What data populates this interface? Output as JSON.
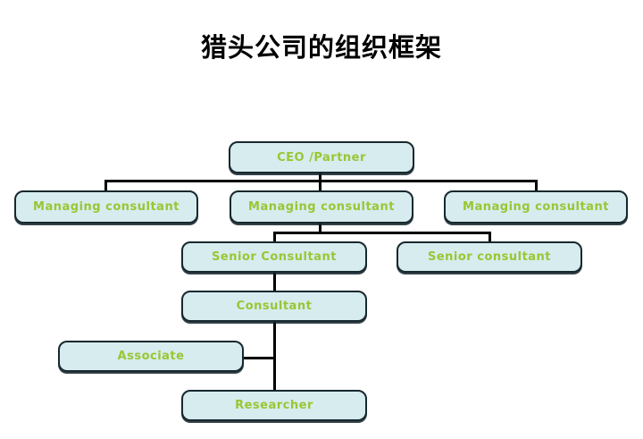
{
  "title": "猎头公司的组织框架",
  "colors": {
    "background": "#ffffff",
    "box_fill": "#d6ecee",
    "box_border": "#17282e",
    "label_text": "#99c633",
    "connector_line": "#000000",
    "title_text": "#000000"
  },
  "nodes": [
    {
      "id": "ceo",
      "label": "CEO /Partner"
    },
    {
      "id": "mc-left",
      "label": "Managing consultant"
    },
    {
      "id": "mc-mid",
      "label": "Managing consultant"
    },
    {
      "id": "mc-right",
      "label": "Managing consultant"
    },
    {
      "id": "senior-left",
      "label": "Senior Consultant"
    },
    {
      "id": "senior-right",
      "label": "Senior consultant"
    },
    {
      "id": "consultant",
      "label": "Consultant"
    },
    {
      "id": "associate",
      "label": "Associate"
    },
    {
      "id": "researcher",
      "label": "Researcher"
    }
  ],
  "hierarchy": {
    "ceo": [
      "mc-left",
      "mc-mid",
      "mc-right"
    ],
    "mc-mid": [
      "senior-left",
      "senior-right"
    ],
    "senior-left": [
      "consultant"
    ],
    "consultant": [
      "associate",
      "researcher"
    ]
  }
}
